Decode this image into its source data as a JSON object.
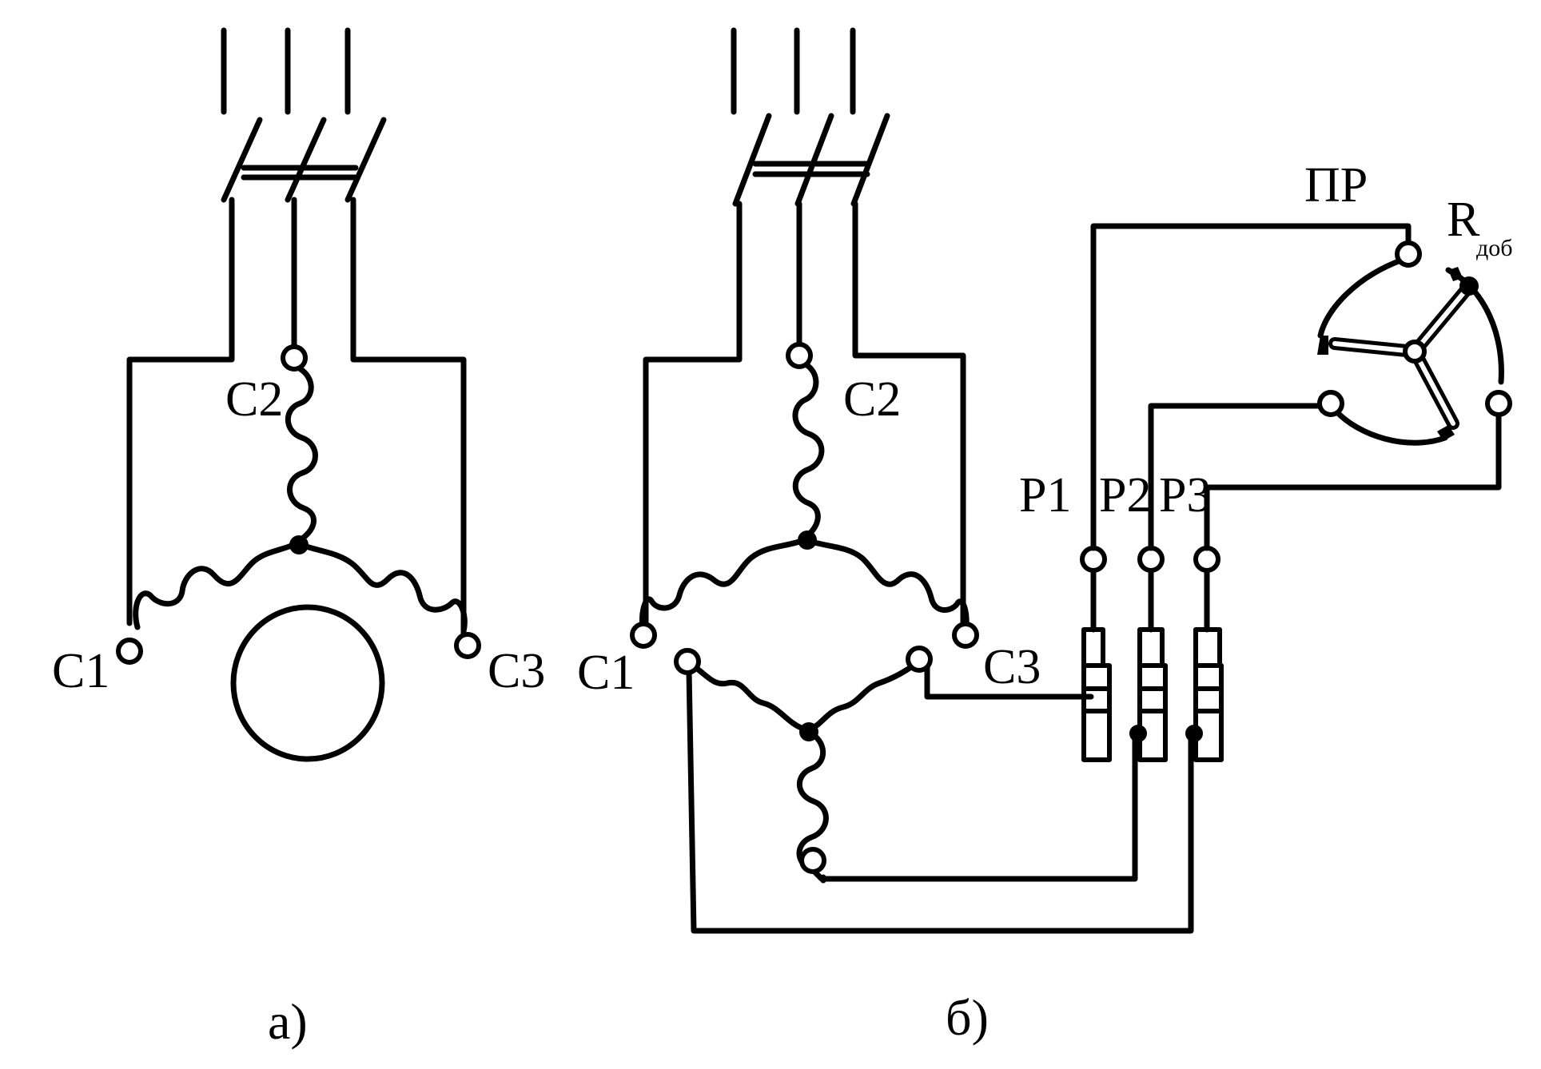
{
  "diagram_a": {
    "caption": "а)",
    "terminals": {
      "c1": "C1",
      "c2": "C2",
      "c3": "C3"
    }
  },
  "diagram_b": {
    "caption": "б)",
    "stator_terminals": {
      "c1": "C1",
      "c2": "C2",
      "c3": "C3"
    },
    "rings": {
      "p1": "P1",
      "p2": "P2",
      "p3": "P3"
    },
    "rheostat": {
      "label": "ПР",
      "resistor_main": "R",
      "resistor_sub": "доб"
    }
  }
}
